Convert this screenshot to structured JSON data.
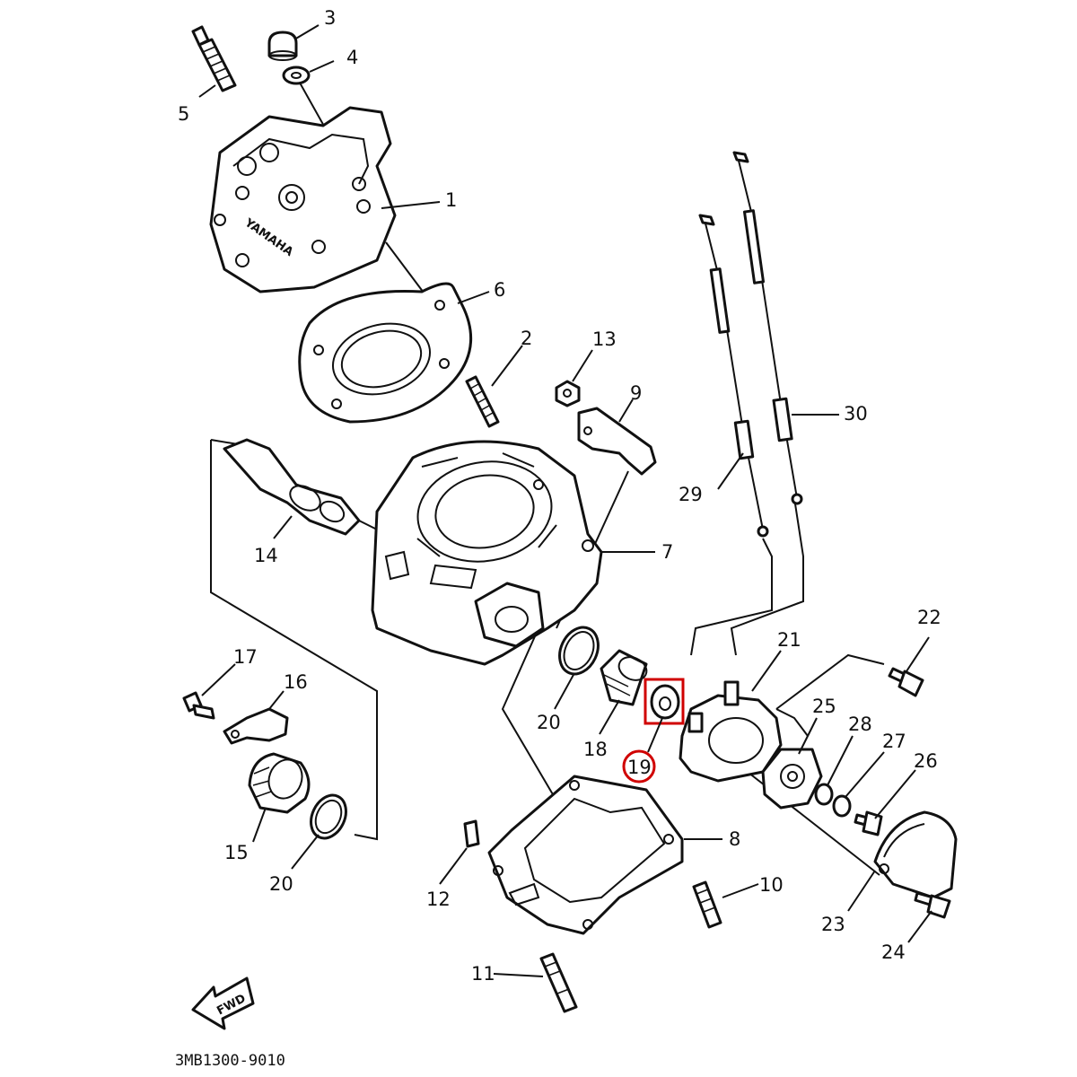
{
  "diagram": {
    "reference_code": "3MB1300-9010",
    "fwd_label": "FWD",
    "brand_text": "YAMAHA",
    "highlight_color": "#d00000",
    "highlighted_part": "19",
    "callouts": [
      "1",
      "2",
      "3",
      "4",
      "5",
      "6",
      "7",
      "8",
      "9",
      "10",
      "11",
      "12",
      "13",
      "14",
      "15",
      "16",
      "17",
      "18",
      "19",
      "20",
      "20",
      "21",
      "22",
      "23",
      "24",
      "25",
      "26",
      "27",
      "28",
      "29",
      "30"
    ]
  }
}
